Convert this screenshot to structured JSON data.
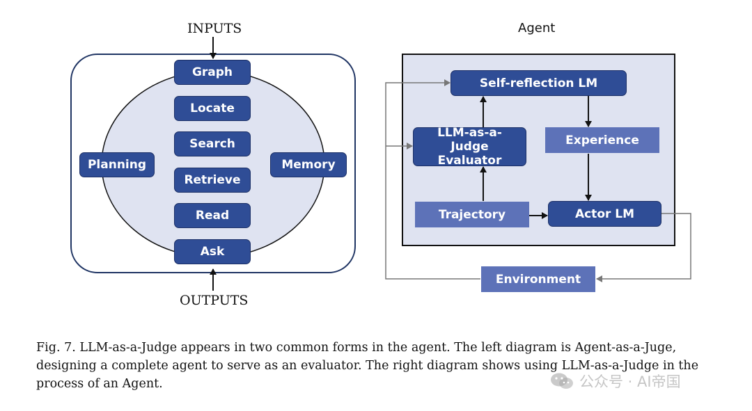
{
  "left_diagram": {
    "inputs_label": "INPUTS",
    "outputs_label": "OUTPUTS",
    "modules": [
      "Graph",
      "Locate",
      "Search",
      "Retrieve",
      "Read",
      "Ask"
    ],
    "planning": "Planning",
    "memory": "Memory"
  },
  "right_diagram": {
    "title": "Agent",
    "self_reflection": "Self-reflection LM",
    "evaluator": "LLM-as-a-Judge Evaluator",
    "experience": "Experience",
    "trajectory": "Trajectory",
    "actor": "Actor LM",
    "environment": "Environment"
  },
  "caption": "Fig. 7.  LLM-as-a-Judge appears in two common forms in the agent. The left diagram is Agent-as-a-Juge, designing a complete agent to serve as an evaluator. The right diagram shows using LLM-as-a-Judge in the process of an Agent.",
  "watermark": "公众号 · AI帝国",
  "colors": {
    "dark_box": "#2f4d96",
    "light_box": "#5d72b8",
    "panel_fill": "#dfe3f1"
  }
}
